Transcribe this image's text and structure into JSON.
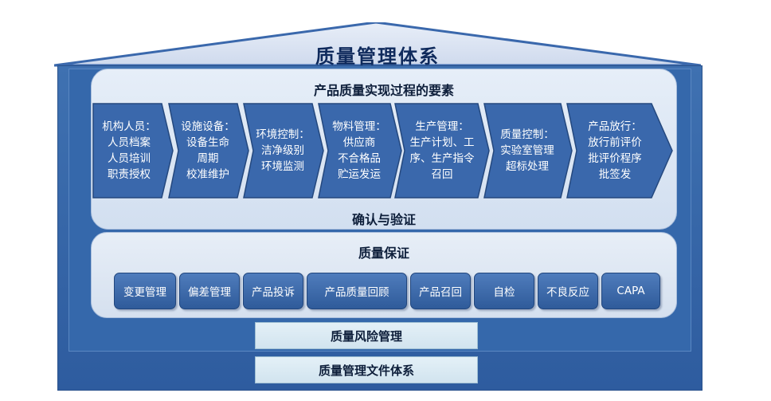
{
  "house": {
    "title": "质量管理体系",
    "realization": {
      "title": "产品质量实现过程的要素",
      "elements": [
        "机构人员：\n人员档案\n人员培训\n职责授权",
        "设施设备：\n设备生命\n周期\n校准维护",
        "环境控制：\n洁净级别\n环境监测",
        "物料管理：\n供应商\n不合格品\n贮运发运",
        "生产管理：\n生产计划、工\n序、生产指令\n召回",
        "质量控制：\n实验室管理\n超标处理",
        "产品放行：\n放行前评价\n批评价程序\n批签发"
      ],
      "footer": "确认与验证"
    },
    "assurance": {
      "title": "质量保证",
      "items": [
        "变更管理",
        "偏差管理",
        "产品投诉",
        "产品质量回顾",
        "产品召回",
        "自检",
        "不良反应",
        "CAPA"
      ]
    },
    "foundation": [
      "质量风险管理",
      "质量管理文件体系"
    ]
  },
  "colors": {
    "dark_blue": "#2e5c9f",
    "chevron_fill": "#3a68ac",
    "panel_light": "#dfe8f5",
    "base_light": "#dbeaf3"
  }
}
